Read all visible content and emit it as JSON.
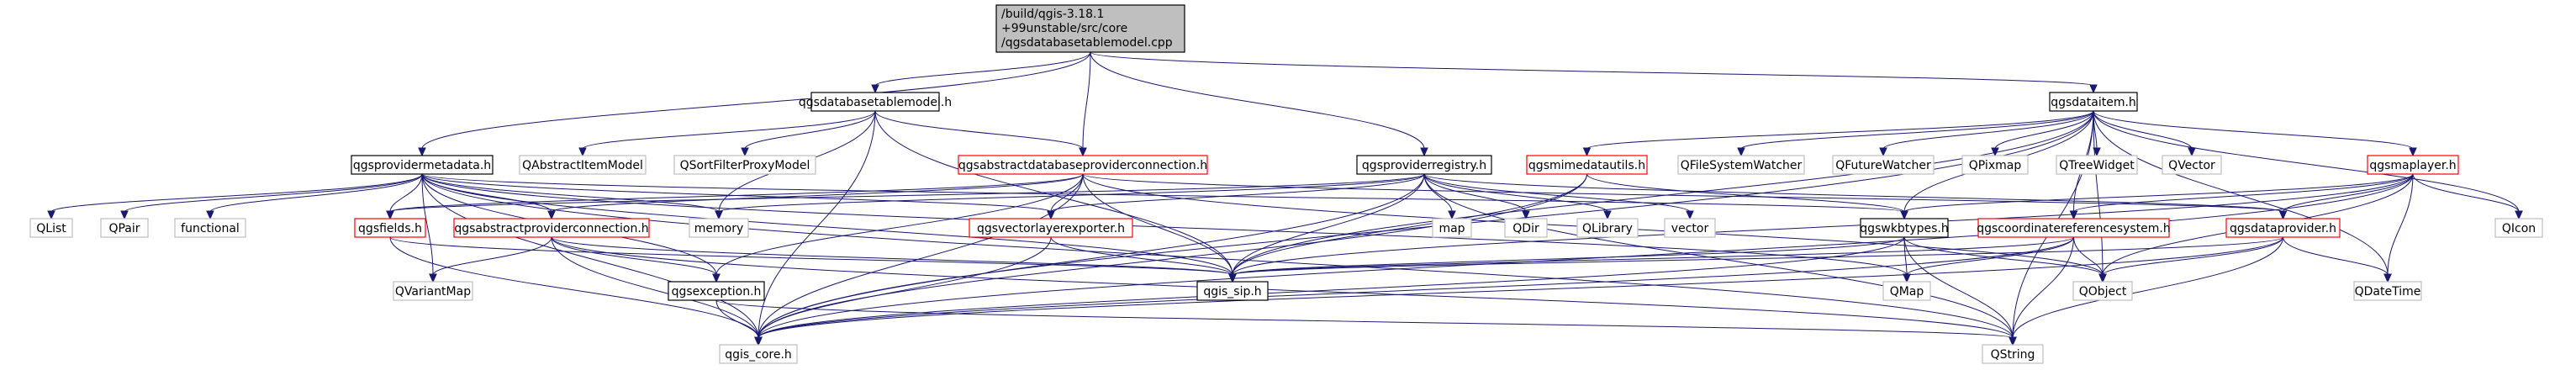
{
  "colors": {
    "root_fill": "#bfbfbf",
    "root_stroke": "#000000",
    "normal_stroke": "#000000",
    "red_stroke": "#ff0000",
    "gray_stroke": "#bfbfbf",
    "edge": "#191970",
    "background": "#ffffff"
  },
  "diagram": {
    "nodes": [
      {
        "id": "root",
        "label": "/build/qgis-3.18.1\n+99unstable/src/core\n/qgsdatabasetablemodel.cpp",
        "style": "root"
      },
      {
        "id": "dbtm",
        "label": "qgsdatabasetablemodel.h",
        "style": "normal"
      },
      {
        "id": "dataitem",
        "label": "qgsdataitem.h",
        "style": "normal"
      },
      {
        "id": "provmeta",
        "label": "qgsprovidermetadata.h",
        "style": "normal"
      },
      {
        "id": "qaim",
        "label": "QAbstractItemModel",
        "style": "gray"
      },
      {
        "id": "qsfpm",
        "label": "QSortFilterProxyModel",
        "style": "gray"
      },
      {
        "id": "absdbconn",
        "label": "qgsabstractdatabaseproviderconnection.h",
        "style": "red"
      },
      {
        "id": "provreg",
        "label": "qgsproviderregistry.h",
        "style": "normal"
      },
      {
        "id": "mimeutil",
        "label": "qgsmimedatautils.h",
        "style": "red"
      },
      {
        "id": "qfsw",
        "label": "QFileSystemWatcher",
        "style": "gray"
      },
      {
        "id": "qfw",
        "label": "QFutureWatcher",
        "style": "gray"
      },
      {
        "id": "qpixmap",
        "label": "QPixmap",
        "style": "gray"
      },
      {
        "id": "qtreewidget",
        "label": "QTreeWidget",
        "style": "gray"
      },
      {
        "id": "qvector",
        "label": "QVector",
        "style": "gray"
      },
      {
        "id": "maplayer",
        "label": "qgsmaplayer.h",
        "style": "red"
      },
      {
        "id": "qlist",
        "label": "QList",
        "style": "gray"
      },
      {
        "id": "qpair",
        "label": "QPair",
        "style": "gray"
      },
      {
        "id": "functional",
        "label": "functional",
        "style": "gray"
      },
      {
        "id": "fields",
        "label": "qgsfields.h",
        "style": "red"
      },
      {
        "id": "absprovconn",
        "label": "qgsabstractproviderconnection.h",
        "style": "red"
      },
      {
        "id": "memory",
        "label": "memory",
        "style": "gray"
      },
      {
        "id": "vlexp",
        "label": "qgsvectorlayerexporter.h",
        "style": "red"
      },
      {
        "id": "map",
        "label": "map",
        "style": "gray"
      },
      {
        "id": "qdir",
        "label": "QDir",
        "style": "gray"
      },
      {
        "id": "qlibrary",
        "label": "QLibrary",
        "style": "gray"
      },
      {
        "id": "vector",
        "label": "vector",
        "style": "gray"
      },
      {
        "id": "wkbtypes",
        "label": "qgswkbtypes.h",
        "style": "normal"
      },
      {
        "id": "crs",
        "label": "qgscoordinatereferencesystem.h",
        "style": "red"
      },
      {
        "id": "dataprov",
        "label": "qgsdataprovider.h",
        "style": "red"
      },
      {
        "id": "qicon",
        "label": "QIcon",
        "style": "gray"
      },
      {
        "id": "qvariantmap",
        "label": "QVariantMap",
        "style": "gray"
      },
      {
        "id": "exception",
        "label": "qgsexception.h",
        "style": "normal"
      },
      {
        "id": "sip",
        "label": "qgis_sip.h",
        "style": "normal"
      },
      {
        "id": "qmap",
        "label": "QMap",
        "style": "gray"
      },
      {
        "id": "qobject",
        "label": "QObject",
        "style": "gray"
      },
      {
        "id": "qdatetime",
        "label": "QDateTime",
        "style": "gray"
      },
      {
        "id": "core",
        "label": "qgis_core.h",
        "style": "gray"
      },
      {
        "id": "qstring",
        "label": "QString",
        "style": "gray"
      }
    ],
    "edges": [
      [
        "root",
        "dbtm"
      ],
      [
        "root",
        "dataitem"
      ],
      [
        "root",
        "provmeta"
      ],
      [
        "root",
        "absdbconn"
      ],
      [
        "root",
        "provreg"
      ],
      [
        "dbtm",
        "core"
      ],
      [
        "dbtm",
        "qaim"
      ],
      [
        "dbtm",
        "qsfpm"
      ],
      [
        "dbtm",
        "absdbconn"
      ],
      [
        "dbtm",
        "memory"
      ],
      [
        "dbtm",
        "sip"
      ],
      [
        "dataitem",
        "core"
      ],
      [
        "dataitem",
        "sip"
      ],
      [
        "dataitem",
        "mimeutil"
      ],
      [
        "dataitem",
        "qfsw"
      ],
      [
        "dataitem",
        "qfw"
      ],
      [
        "dataitem",
        "qpixmap"
      ],
      [
        "dataitem",
        "qtreewidget"
      ],
      [
        "dataitem",
        "qvector"
      ],
      [
        "dataitem",
        "maplayer"
      ],
      [
        "dataitem",
        "qicon"
      ],
      [
        "dataitem",
        "qobject"
      ],
      [
        "dataitem",
        "qdatetime"
      ],
      [
        "dataitem",
        "qstring"
      ],
      [
        "dataitem",
        "wkbtypes"
      ],
      [
        "dataitem",
        "crs"
      ],
      [
        "provmeta",
        "core"
      ],
      [
        "provmeta",
        "sip"
      ],
      [
        "provmeta",
        "qlist"
      ],
      [
        "provmeta",
        "qpair"
      ],
      [
        "provmeta",
        "functional"
      ],
      [
        "provmeta",
        "fields"
      ],
      [
        "provmeta",
        "absprovconn"
      ],
      [
        "provmeta",
        "memory"
      ],
      [
        "provmeta",
        "exception"
      ],
      [
        "provmeta",
        "qvariantmap"
      ],
      [
        "provmeta",
        "vlexp"
      ],
      [
        "provmeta",
        "wkbtypes"
      ],
      [
        "provmeta",
        "qmap"
      ],
      [
        "provmeta",
        "qstring"
      ],
      [
        "absdbconn",
        "absprovconn"
      ],
      [
        "absdbconn",
        "exception"
      ],
      [
        "absdbconn",
        "fields"
      ],
      [
        "absdbconn",
        "vlexp"
      ],
      [
        "absdbconn",
        "sip"
      ],
      [
        "absdbconn",
        "core"
      ],
      [
        "absdbconn",
        "qobject"
      ],
      [
        "absdbconn",
        "dataprov"
      ],
      [
        "provreg",
        "map"
      ],
      [
        "provreg",
        "qdir"
      ],
      [
        "provreg",
        "qlibrary"
      ],
      [
        "provreg",
        "vector"
      ],
      [
        "provreg",
        "memory"
      ],
      [
        "provreg",
        "sip"
      ],
      [
        "provreg",
        "core"
      ],
      [
        "provreg",
        "vlexp"
      ],
      [
        "provreg",
        "dataprov"
      ],
      [
        "provreg",
        "fields"
      ],
      [
        "provreg",
        "qstring"
      ],
      [
        "mimeutil",
        "sip"
      ],
      [
        "mimeutil",
        "core"
      ],
      [
        "mimeutil",
        "wkbtypes"
      ],
      [
        "maplayer",
        "sip"
      ],
      [
        "maplayer",
        "core"
      ],
      [
        "maplayer",
        "crs"
      ],
      [
        "maplayer",
        "dataprov"
      ],
      [
        "maplayer",
        "qicon"
      ],
      [
        "maplayer",
        "qobject"
      ],
      [
        "maplayer",
        "qdatetime"
      ],
      [
        "maplayer",
        "wkbtypes"
      ],
      [
        "fields",
        "sip"
      ],
      [
        "fields",
        "core"
      ],
      [
        "absprovconn",
        "qvariantmap"
      ],
      [
        "absprovconn",
        "exception"
      ],
      [
        "absprovconn",
        "sip"
      ],
      [
        "absprovconn",
        "core"
      ],
      [
        "absprovconn",
        "qstring"
      ],
      [
        "vlexp",
        "sip"
      ],
      [
        "vlexp",
        "core"
      ],
      [
        "wkbtypes",
        "sip"
      ],
      [
        "wkbtypes",
        "core"
      ],
      [
        "wkbtypes",
        "qmap"
      ],
      [
        "wkbtypes",
        "qobject"
      ],
      [
        "wkbtypes",
        "qstring"
      ],
      [
        "crs",
        "sip"
      ],
      [
        "crs",
        "core"
      ],
      [
        "crs",
        "qmap"
      ],
      [
        "crs",
        "qobject"
      ],
      [
        "crs",
        "qstring"
      ],
      [
        "dataprov",
        "sip"
      ],
      [
        "dataprov",
        "core"
      ],
      [
        "dataprov",
        "qobject"
      ],
      [
        "dataprov",
        "qdatetime"
      ],
      [
        "dataprov",
        "qstring"
      ],
      [
        "exception",
        "core"
      ],
      [
        "exception",
        "qstring"
      ]
    ]
  }
}
